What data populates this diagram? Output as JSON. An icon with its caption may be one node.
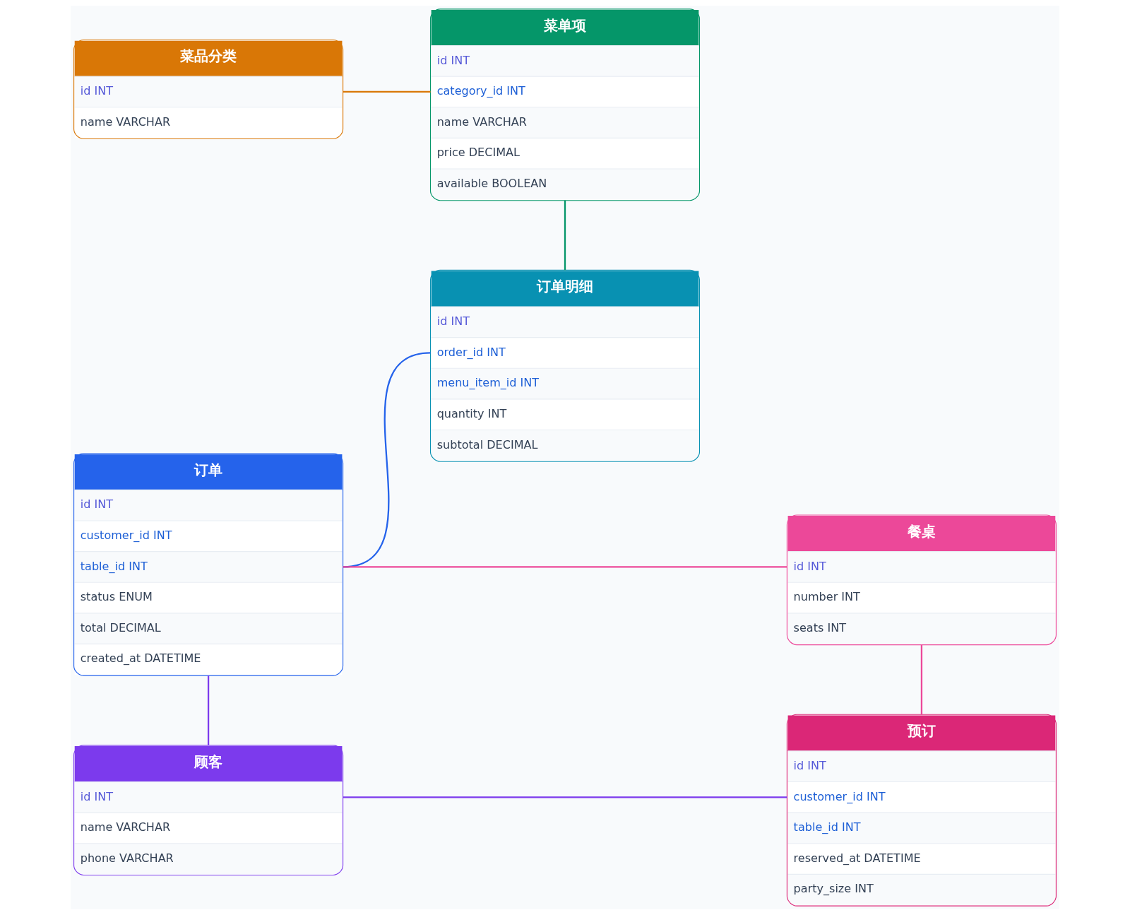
{
  "diagram": {
    "nodes": [
      {
        "text": [
          "菜品分类",
          "id INT",
          "name VARCHAR"
        ]
      },
      {
        "text": [
          "菜单项",
          "id INT",
          "category_id INT",
          "name VARCHAR",
          "price DECIMAL",
          "available BOOLEAN"
        ]
      },
      {
        "text": [
          "订单",
          "id INT",
          "customer_id INT",
          "table_id INT",
          "status ENUM",
          "total DECIMAL",
          "created_at DATETIME"
        ]
      },
      {
        "text": [
          "订单明细",
          "id INT",
          "order_id INT",
          "menu_item_id INT",
          "quantity INT",
          "subtotal DECIMAL"
        ]
      },
      {
        "text": [
          "餐桌",
          "id INT",
          "number INT",
          "seats INT"
        ]
      },
      {
        "text": [
          "顾客",
          "id INT",
          "name VARCHAR",
          "phone VARCHAR"
        ]
      },
      {
        "text": [
          "预订",
          "id INT",
          "customer_id INT",
          "table_id INT",
          "reserved_at DATETIME",
          "party_size INT"
        ]
      }
    ],
    "edges": [
      {
        "from": 0,
        "to": 1,
        "arrow": "none",
        "color": "#d97706"
      },
      {
        "from": 1,
        "to": 3,
        "arrow": "none",
        "color": "#059669"
      },
      {
        "from": 2,
        "to": 3,
        "arrow": "none",
        "color": "#2563eb"
      },
      {
        "from": 2,
        "to": 4,
        "arrow": "none",
        "color": "#ec4899"
      },
      {
        "from": 2,
        "to": 5,
        "arrow": "none",
        "color": "#7c3aed"
      },
      {
        "from": 4,
        "to": 6,
        "arrow": "none",
        "color": "#ec4899"
      },
      {
        "from": 5,
        "to": 6,
        "arrow": "none",
        "color": "#7c3aed"
      }
    ]
  }
}
